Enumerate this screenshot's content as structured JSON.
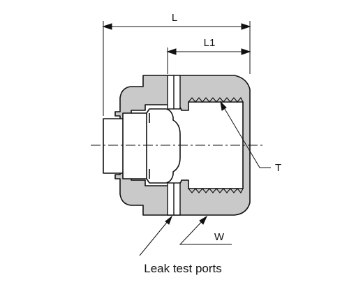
{
  "labels": {
    "L": "L",
    "L1": "L1",
    "T": "T",
    "W": "W",
    "leak_ports": "Leak test ports"
  },
  "colors": {
    "body_fill": "#c9c9c9",
    "outline": "#111111",
    "background": "#ffffff"
  }
}
